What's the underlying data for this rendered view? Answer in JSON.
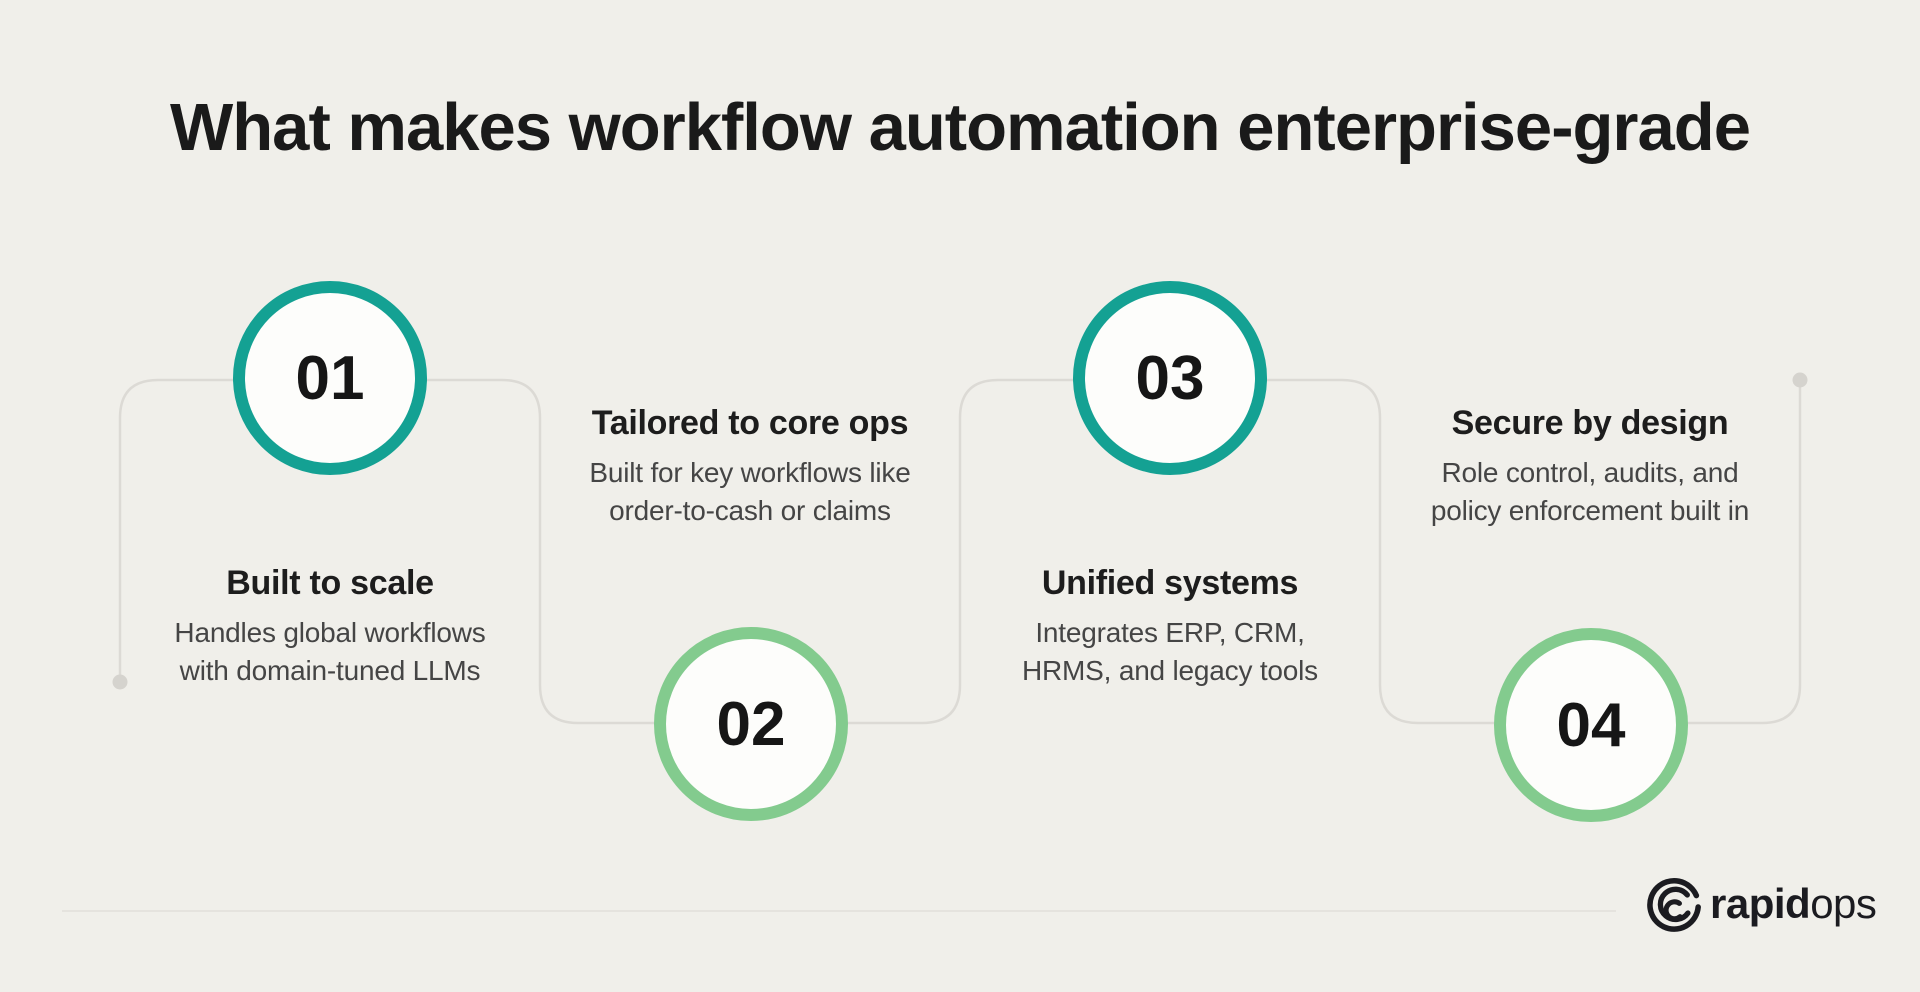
{
  "title": "What makes workflow automation enterprise-grade",
  "steps": [
    {
      "number": "01",
      "heading": "Built to scale",
      "body": "Handles global workflows\nwith domain-tuned LLMs",
      "accent_color": "#14a193"
    },
    {
      "number": "02",
      "heading": "Tailored to core ops",
      "body": "Built for key workflows like\norder-to-cash or claims",
      "accent_color": "#83cb8e"
    },
    {
      "number": "03",
      "heading": "Unified systems",
      "body": "Integrates ERP, CRM,\nHRMS, and legacy tools",
      "accent_color": "#14a193"
    },
    {
      "number": "04",
      "heading": "Secure by design",
      "body": "Role control, audits, and\npolicy enforcement built in",
      "accent_color": "#83cb8e"
    }
  ],
  "logo": {
    "bold": "rapid",
    "light": "ops"
  },
  "colors": {
    "background": "#f0efea",
    "title_text": "#1a1a1a",
    "heading_text": "#1d1d1d",
    "body_text": "#454545",
    "teal_accent": "#14a193",
    "green_accent": "#83cb8e",
    "connector_line": "#dcdad5",
    "connector_dot": "#d5d3ce",
    "divider": "#e5e3de",
    "circle_fill": "#fdfdfb"
  }
}
